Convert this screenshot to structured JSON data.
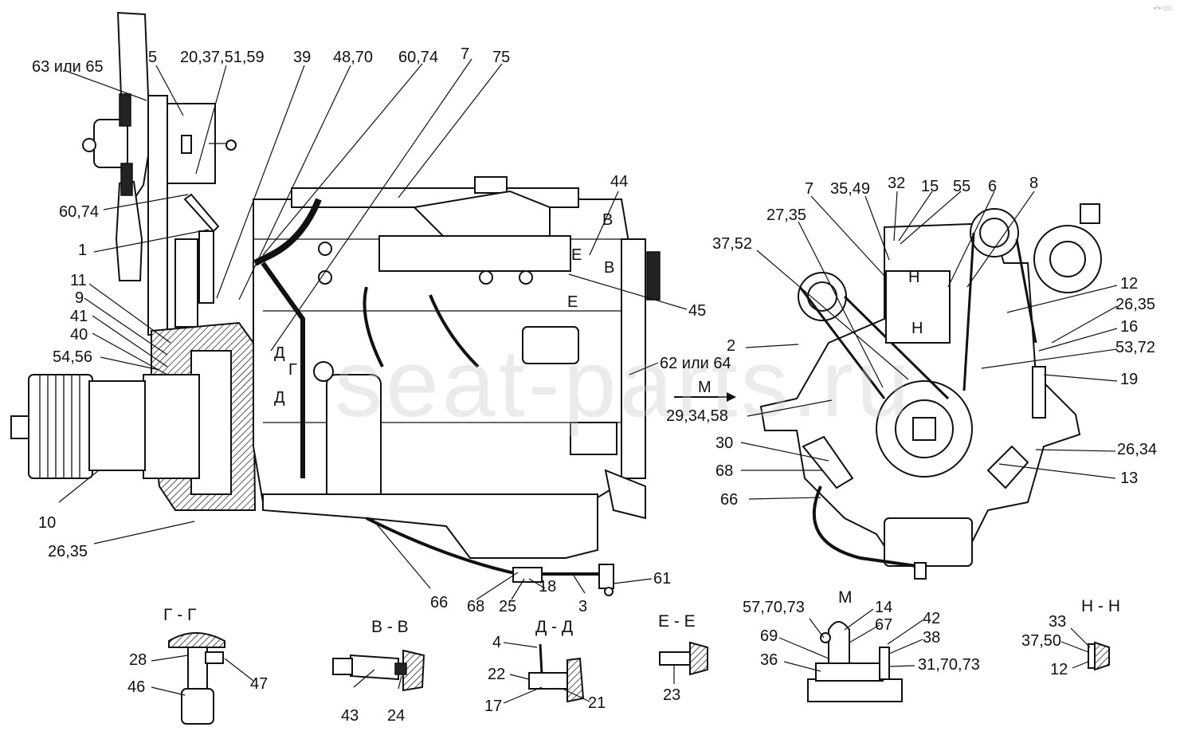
{
  "corner_mark": "«°» ░░░",
  "watermark": "seat-parts.ru",
  "section_titles": {
    "g_g": "Г - Г",
    "v_v": "В - В",
    "d_d": "Д - Д",
    "e_e": "Е - Е",
    "m": "М",
    "n_n": "Н - Н"
  },
  "section_marks": {
    "v_top": "В",
    "v_bottom": "В",
    "e_top": "Е",
    "e_bottom": "Е",
    "d_top": "Д",
    "d_bottom": "Д",
    "g_mark": "Г",
    "n_top": "Н",
    "n_bottom": "Н",
    "m_view": "М"
  },
  "callouts": {
    "c63": "63 или 65",
    "c5": "5",
    "c20": "20,37,51,59",
    "c39": "39",
    "c48": "48,70",
    "c60a": "60,74",
    "c7a": "7",
    "c75": "75",
    "c60b": "60,74",
    "c1": "1",
    "c11": "11",
    "c9": "9",
    "c41": "41",
    "c40": "40",
    "c54": "54,56",
    "c10": "10",
    "c26a": "26,35",
    "c44": "44",
    "c45": "45",
    "c62": "62 или 64",
    "c66a": "66",
    "c68a": "68",
    "c25": "25",
    "c18": "18",
    "c3": "3",
    "c61": "61",
    "c7b": "7",
    "c35": "35,49",
    "c32": "32",
    "c15": "15",
    "c55": "55",
    "c6": "6",
    "c8": "8",
    "c27": "27,35",
    "c37": "37,52",
    "c12a": "12",
    "c26b": "26,35",
    "c16": "16",
    "c53": "53,72",
    "c2": "2",
    "c19": "19",
    "c29": "29,34,58",
    "c30": "30",
    "c26c": "26,34",
    "c68b": "68",
    "c13": "13",
    "c66b": "66",
    "c28": "28",
    "c46": "46",
    "c47": "47",
    "c43": "43",
    "c24": "24",
    "c4": "4",
    "c22": "22",
    "c17": "17",
    "c21": "21",
    "c23": "23",
    "c57": "57,70,73",
    "c14": "14",
    "c67": "67",
    "c42": "42",
    "c69": "69",
    "c38": "38",
    "c36": "36",
    "c31": "31,70,73",
    "c33": "33",
    "c37b": "37,50",
    "c12b": "12"
  }
}
